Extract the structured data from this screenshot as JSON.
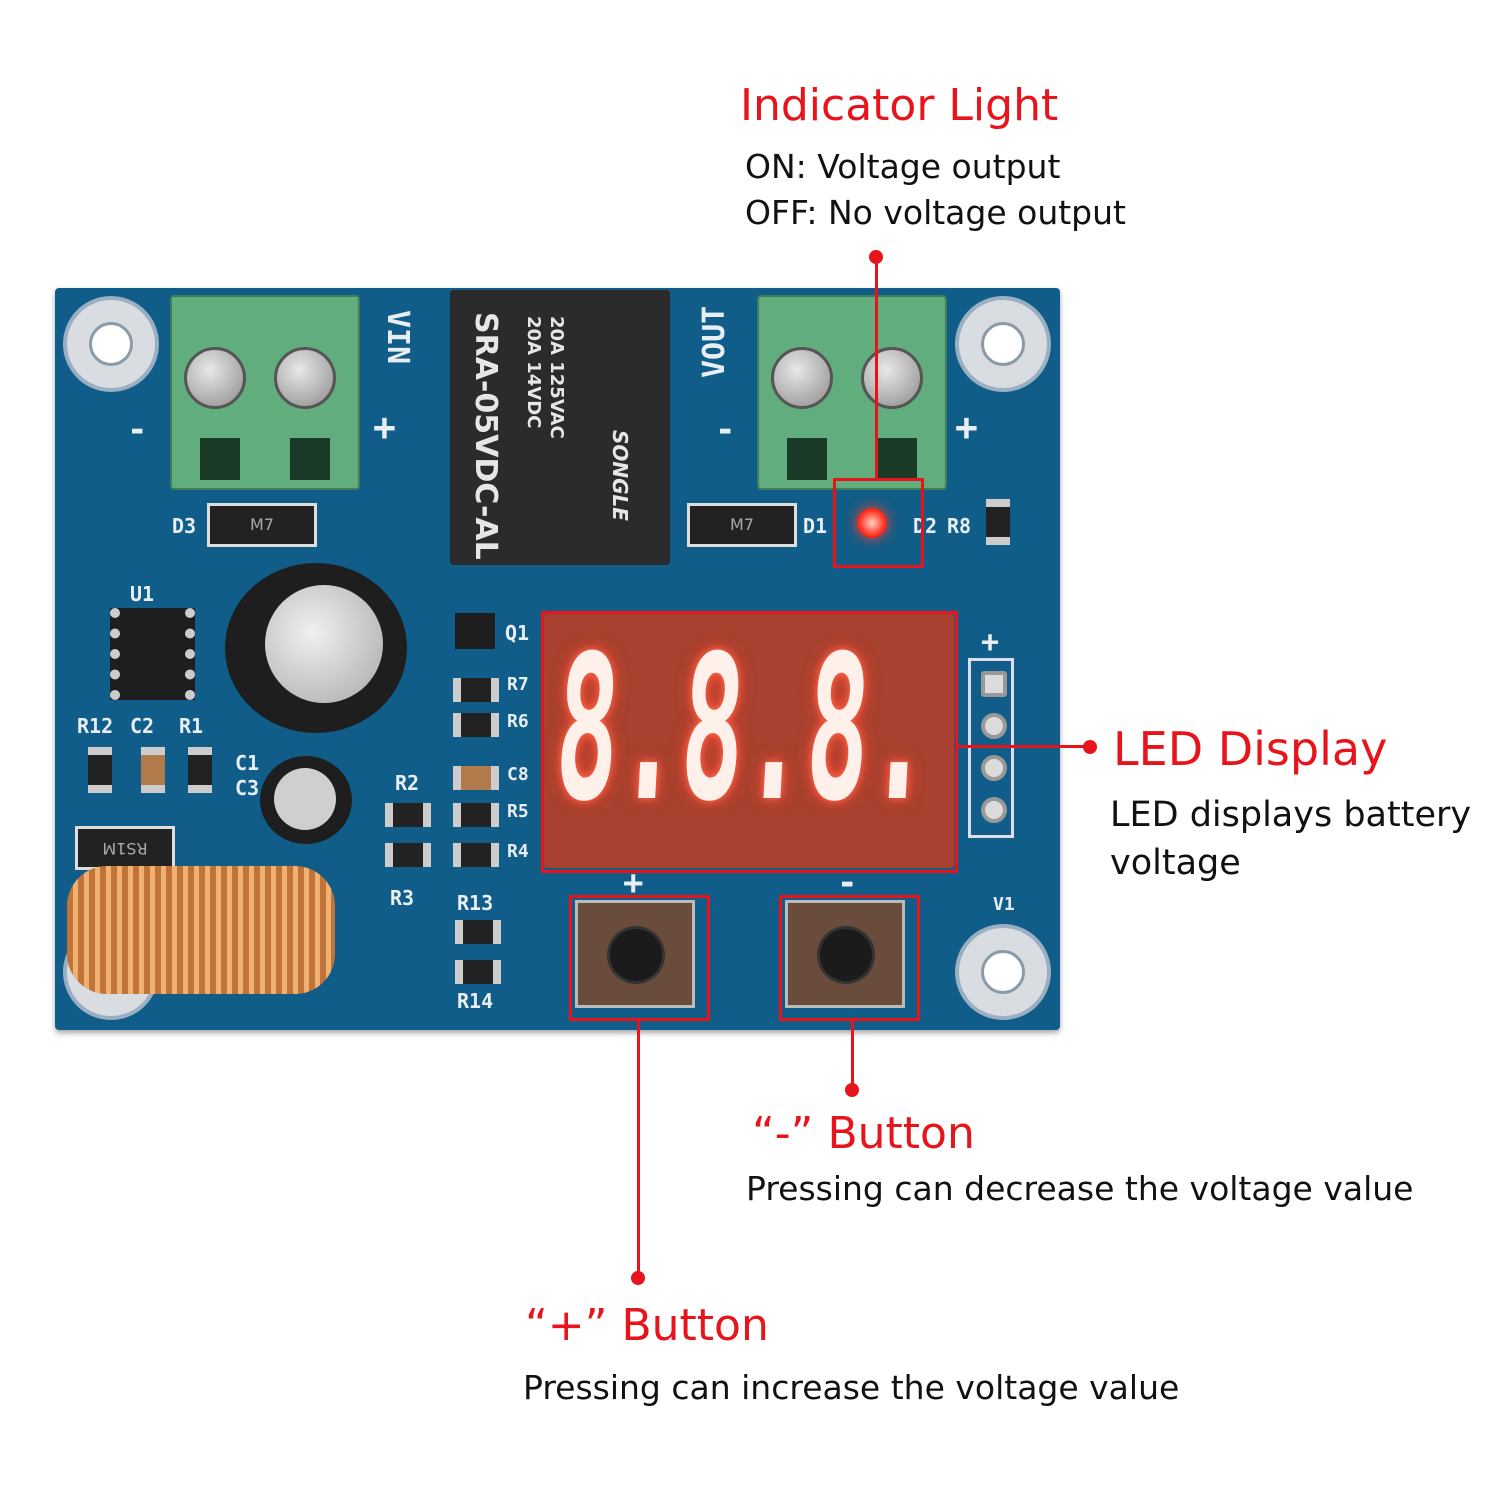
{
  "annotations": {
    "indicator": {
      "title": "Indicator Light",
      "lines": [
        "ON: Voltage output",
        "OFF: No voltage output"
      ]
    },
    "led_display": {
      "title": "LED Display",
      "lines": [
        "LED displays battery",
        "voltage"
      ]
    },
    "minus_button": {
      "title": "“-” Button",
      "desc": "Pressing can decrease the voltage value"
    },
    "plus_button": {
      "title": "“+” Button",
      "desc": "Pressing can increase the voltage value"
    }
  },
  "board": {
    "vin_label": "VIN",
    "vout_label": "VOUT",
    "minus_sign": "-",
    "plus_sign": "+",
    "relay": {
      "model": "SRA-05VDC-AL",
      "rating1": "20A 14VDC",
      "rating2": "20A 125VAC",
      "brand": "SONGLE"
    },
    "silkscreen": [
      "D3",
      "D1",
      "D2",
      "R8",
      "U1",
      "R12",
      "C2",
      "R1",
      "C1",
      "C3",
      "R2",
      "R3",
      "R13",
      "R14",
      "Q1",
      "R7",
      "R6",
      "C8",
      "R5",
      "R4",
      "V1"
    ],
    "diode_marking": "M7",
    "inductor_diode_marking": "RS1M",
    "display_value": "8.8.8."
  },
  "colors": {
    "accent": "#e8141b",
    "pcb": "#0f5d88",
    "segment": "#fff0ea",
    "display_bg": "#a8412f"
  }
}
